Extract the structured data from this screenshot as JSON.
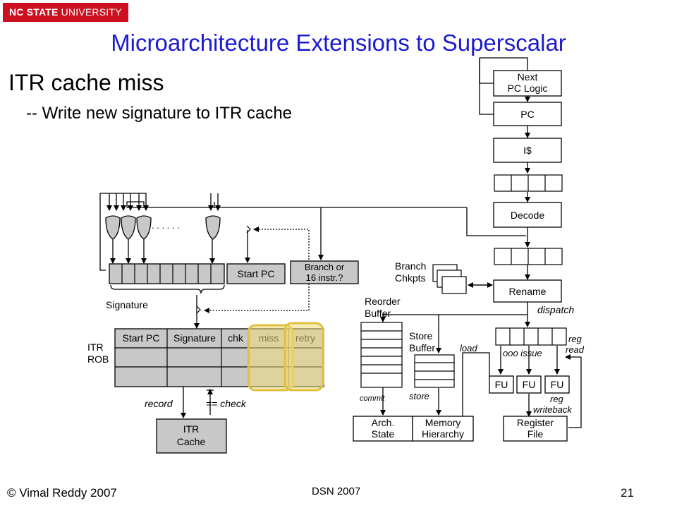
{
  "header": {
    "logo_bold": "NC STATE",
    "logo_rest": " UNIVERSITY",
    "title": "Microarchitecture Extensions to Superscalar"
  },
  "content": {
    "heading": "ITR cache miss",
    "bullet": "-- Write new signature to ITR cache"
  },
  "diagram": {
    "dots": ". . . . . .",
    "start_pc_box": "Start PC",
    "branch_box": [
      "Branch or",
      "16 instr.?"
    ],
    "signature_label": "Signature",
    "itr_rob_label": [
      "ITR",
      "ROB"
    ],
    "rob_columns": [
      "Start PC",
      "Signature",
      "chk",
      "miss",
      "retry"
    ],
    "record_label": "record",
    "check_label": "== check",
    "itr_cache_box": [
      "ITR",
      "Cache"
    ],
    "pipeline": {
      "next_pc": [
        "Next",
        "PC Logic"
      ],
      "pc": "PC",
      "icache": "I$",
      "decode": "Decode",
      "rename": "Rename",
      "branch_chkpts": [
        "Branch",
        "Chkpts"
      ],
      "dispatch": "dispatch",
      "reorder_buffer": [
        "Reorder",
        "Buffer"
      ],
      "store_buffer": [
        "Store",
        "Buffer"
      ],
      "load": "load",
      "ooo_issue": "ooo issue",
      "reg_read": [
        "reg",
        "read"
      ],
      "fu": [
        "FU",
        "FU",
        "FU"
      ],
      "store": "store",
      "commit": "commit",
      "reg_writeback": [
        "reg",
        "writeback"
      ],
      "arch_state": [
        "Arch.",
        "State"
      ],
      "memory_hierarchy": [
        "Memory",
        "Hierarchy"
      ],
      "register_file": [
        "Register",
        "File"
      ]
    }
  },
  "footer": {
    "left": "© Vimal Reddy 2007",
    "center": "DSN 2007",
    "page": "21"
  },
  "colors": {
    "title": "#1a1ad0",
    "logo_bg": "#cc1020",
    "gray_fill": "#c8c8c8",
    "highlight": "#f0dc78"
  }
}
